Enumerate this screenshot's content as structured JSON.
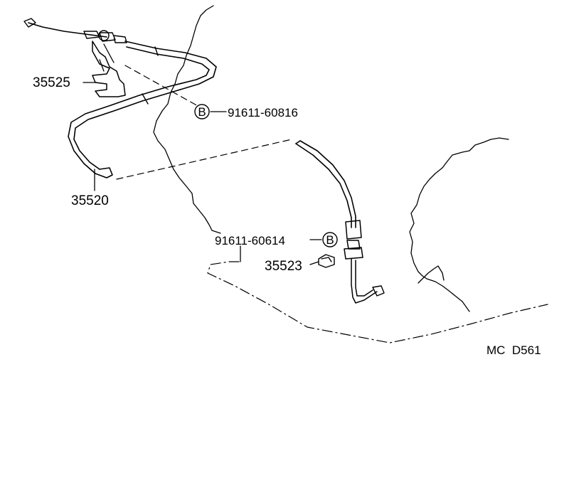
{
  "parts": {
    "p35525": "35525",
    "p35520": "35520",
    "p35523": "35523",
    "p91611_60816": "91611-60816",
    "p91611_60614": "91611-60614"
  },
  "bolt_marker": "B",
  "diagram_code": "MC  D561"
}
